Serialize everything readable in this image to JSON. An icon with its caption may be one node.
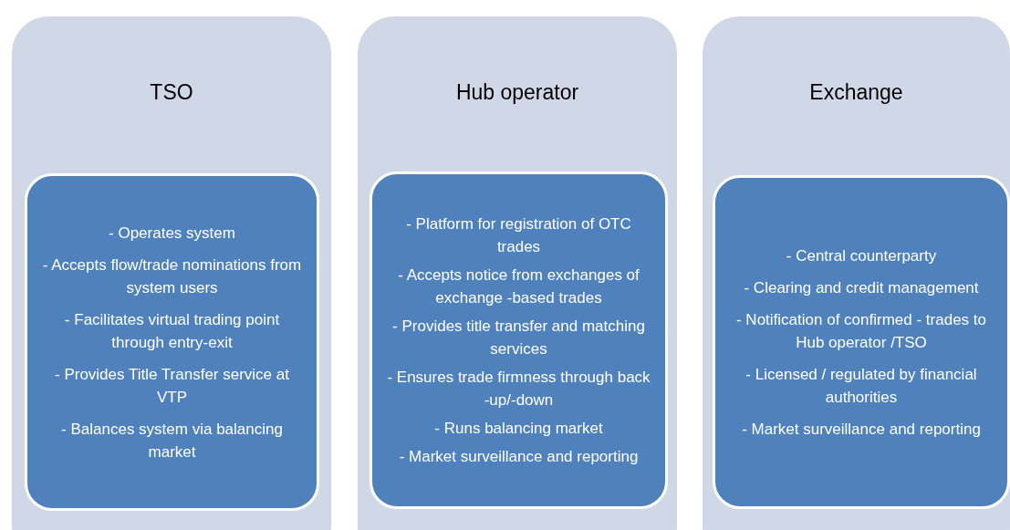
{
  "diagram": {
    "nodes": [
      {
        "text": [
          "TSO"
        ]
      },
      {
        "text": [
          "- Operates system",
          "- Accepts flow/trade nominations from system users",
          "- Facilitates virtual trading point through entry-exit",
          "- Provides Title Transfer service at VTP",
          "- Balances system via balancing market"
        ],
        "in": 0
      },
      {
        "text": [
          "Hub operator"
        ]
      },
      {
        "text": [
          "- Platform for registration of OTC trades",
          "- Accepts notice from exchanges of exchange -based trades",
          "- Provides title transfer and matching services",
          "- Ensures trade firmness through back -up/-down",
          "- Runs balancing market",
          "- Market surveillance and reporting"
        ],
        "in": 2
      },
      {
        "text": [
          "Exchange"
        ]
      },
      {
        "text": [
          "- Central counterparty",
          "- Clearing and credit management",
          "- Notification of confirmed - trades to Hub operator /TSO",
          "- Licensed / regulated by financial authorities",
          "- Market surveillance and reporting"
        ],
        "in": 4
      }
    ]
  }
}
